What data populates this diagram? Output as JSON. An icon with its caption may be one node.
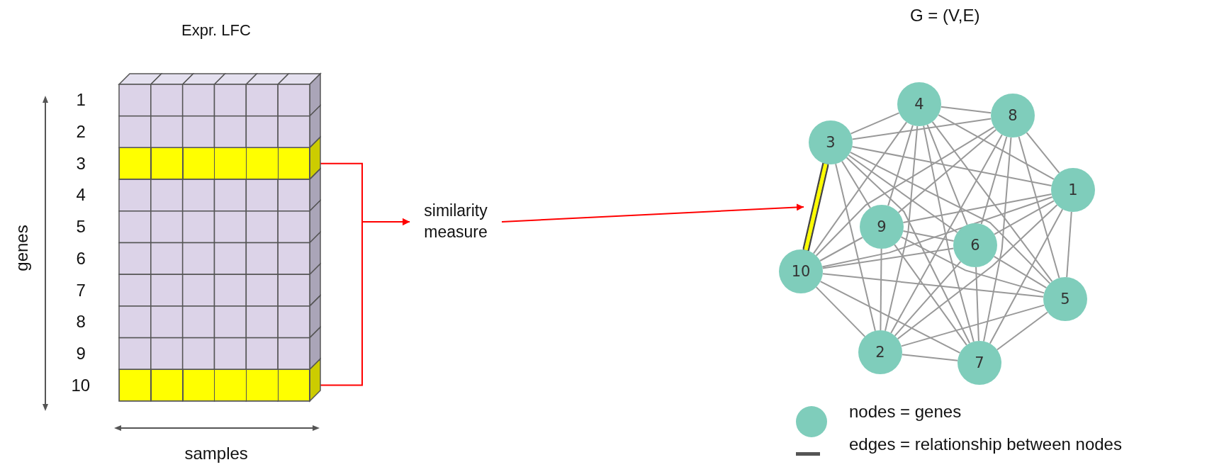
{
  "diagram": {
    "nodes": [
      {
        "text": [
          "Expr. LFC"
        ]
      },
      {
        "text": [],
        "shape": "bar",
        "in": 0
      },
      {
        "text": [],
        "shape": "bar",
        "in": 0
      },
      {
        "text": [
          "similarity measure"
        ]
      },
      {
        "text": [
          "1"
        ]
      },
      {
        "text": [
          "2"
        ]
      },
      {
        "text": [
          "3"
        ]
      },
      {
        "text": [
          "4"
        ]
      },
      {
        "text": [
          "5"
        ]
      },
      {
        "text": [
          "6"
        ]
      },
      {
        "text": [
          "7"
        ]
      },
      {
        "text": [
          "8"
        ]
      },
      {
        "text": [
          "9"
        ]
      },
      {
        "text": [
          "10"
        ]
      }
    ],
    "edges": [
      {
        "from": 1,
        "to": 3,
        "arrow": "to",
        "color": "#ff0000"
      },
      {
        "from": 2,
        "to": 3,
        "arrow": "to",
        "color": "#ff0000"
      },
      {
        "from": 3,
        "to": null,
        "arrow": "to",
        "color": "#ff0000"
      },
      {
        "from": 4,
        "to": 5,
        "arrow": "none"
      },
      {
        "from": 4,
        "to": 6,
        "arrow": "none"
      },
      {
        "from": 4,
        "to": 7,
        "arrow": "none"
      },
      {
        "from": 4,
        "to": 8,
        "arrow": "none"
      },
      {
        "from": 4,
        "to": 9,
        "arrow": "none"
      },
      {
        "from": 4,
        "to": 10,
        "arrow": "none"
      },
      {
        "from": 4,
        "to": 11,
        "arrow": "none"
      },
      {
        "from": 4,
        "to": 12,
        "arrow": "none"
      },
      {
        "from": 4,
        "to": 13,
        "arrow": "none"
      },
      {
        "from": 5,
        "to": 6,
        "arrow": "none"
      },
      {
        "from": 5,
        "to": 7,
        "arrow": "none"
      },
      {
        "from": 5,
        "to": 8,
        "arrow": "none"
      },
      {
        "from": 5,
        "to": 9,
        "arrow": "none"
      },
      {
        "from": 5,
        "to": 10,
        "arrow": "none"
      },
      {
        "from": 5,
        "to": 11,
        "arrow": "none"
      },
      {
        "from": 5,
        "to": 12,
        "arrow": "none"
      },
      {
        "from": 5,
        "to": 13,
        "arrow": "none"
      },
      {
        "from": 6,
        "to": 7,
        "arrow": "none"
      },
      {
        "from": 6,
        "to": 8,
        "arrow": "none"
      },
      {
        "from": 6,
        "to": 9,
        "arrow": "none"
      },
      {
        "from": 6,
        "to": 10,
        "arrow": "none"
      },
      {
        "from": 6,
        "to": 11,
        "arrow": "none"
      },
      {
        "from": 6,
        "to": 12,
        "arrow": "none"
      },
      {
        "from": 6,
        "to": 13,
        "arrow": "none",
        "style": "thick",
        "color": "#ffff00"
      },
      {
        "from": 7,
        "to": 8,
        "arrow": "none"
      },
      {
        "from": 7,
        "to": 9,
        "arrow": "none"
      },
      {
        "from": 7,
        "to": 10,
        "arrow": "none"
      },
      {
        "from": 7,
        "to": 11,
        "arrow": "none"
      },
      {
        "from": 7,
        "to": 12,
        "arrow": "none"
      },
      {
        "from": 7,
        "to": 13,
        "arrow": "none"
      },
      {
        "from": 8,
        "to": 9,
        "arrow": "none"
      },
      {
        "from": 8,
        "to": 10,
        "arrow": "none"
      },
      {
        "from": 8,
        "to": 11,
        "arrow": "none"
      },
      {
        "from": 8,
        "to": 12,
        "arrow": "none"
      },
      {
        "from": 8,
        "to": 13,
        "arrow": "none"
      },
      {
        "from": 9,
        "to": 10,
        "arrow": "none"
      },
      {
        "from": 9,
        "to": 11,
        "arrow": "none"
      },
      {
        "from": 9,
        "to": 12,
        "arrow": "none"
      },
      {
        "from": 9,
        "to": 13,
        "arrow": "none"
      },
      {
        "from": 10,
        "to": 11,
        "arrow": "none"
      },
      {
        "from": 10,
        "to": 12,
        "arrow": "none"
      },
      {
        "from": 10,
        "to": 13,
        "arrow": "none"
      },
      {
        "from": 11,
        "to": 12,
        "arrow": "none"
      },
      {
        "from": 11,
        "to": 13,
        "arrow": "none"
      },
      {
        "from": 12,
        "to": 13,
        "arrow": "none"
      }
    ],
    "labels": [
      "G = (V,E)",
      "1",
      "2",
      "3",
      "4",
      "5",
      "6",
      "7",
      "8",
      "9",
      "10",
      "genes",
      "samples"
    ],
    "legend": [
      {
        "text": "nodes = genes",
        "color": "#7fcdbb"
      },
      {
        "text": "edges = relationship between nodes"
      }
    ]
  }
}
